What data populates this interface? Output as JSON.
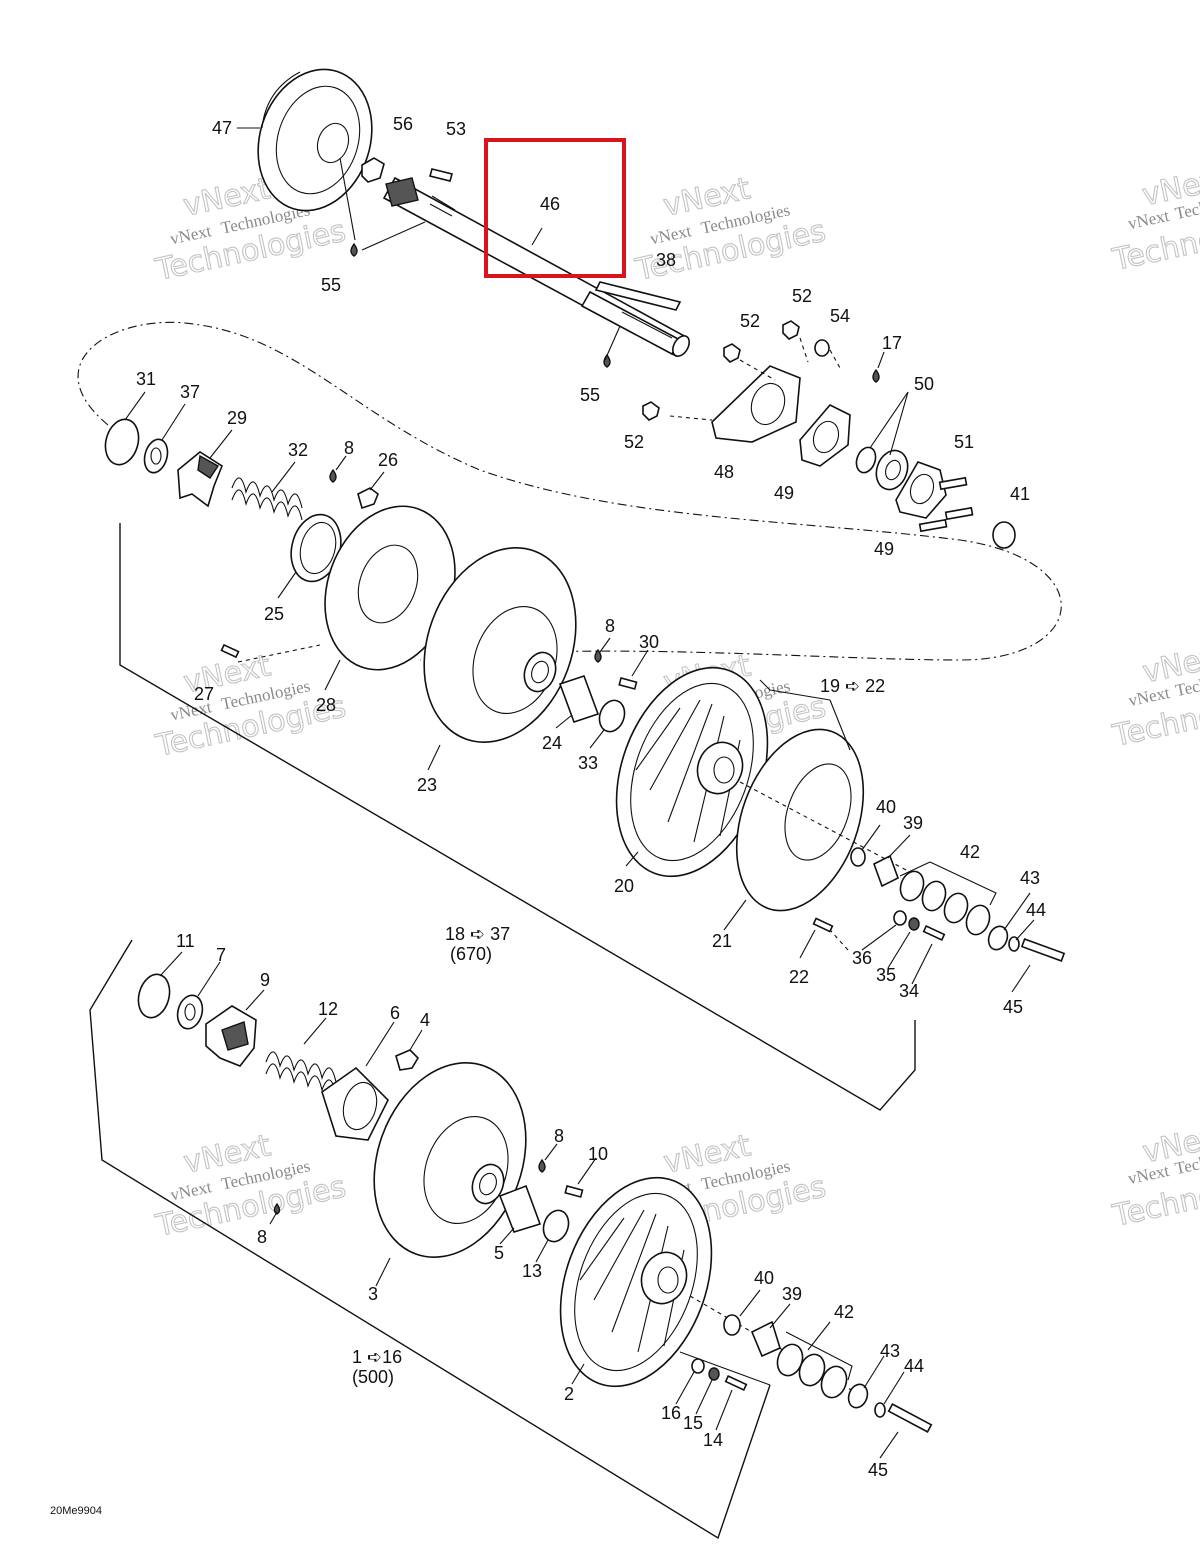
{
  "diagram": {
    "drawing_code": "20Me9904",
    "watermark": {
      "line1": "vNext",
      "line2": "Technologies"
    },
    "highlighted_part": "46",
    "parts": {
      "p1": "1",
      "p2": "2",
      "p3": "3",
      "p4": "4",
      "p5": "5",
      "p6": "6",
      "p7": "7",
      "p8": "8",
      "p9": "9",
      "p10": "10",
      "p11": "11",
      "p12": "12",
      "p13": "13",
      "p14": "14",
      "p15": "15",
      "p16": "16",
      "p17": "17",
      "p19": "19",
      "p20": "20",
      "p21": "21",
      "p22": "22",
      "p23": "23",
      "p24": "24",
      "p25": "25",
      "p26": "26",
      "p27": "27",
      "p28": "28",
      "p29": "29",
      "p30": "30",
      "p31": "31",
      "p32": "32",
      "p33": "33",
      "p34": "34",
      "p35": "35",
      "p36": "36",
      "p37": "37",
      "p38": "38",
      "p39": "39",
      "p40": "40",
      "p41": "41",
      "p42": "42",
      "p43": "43",
      "p44": "44",
      "p45": "45",
      "p46": "46",
      "p47": "47",
      "p48": "48",
      "p49": "49",
      "p50": "50",
      "p51": "51",
      "p52": "52",
      "p53": "53",
      "p54": "54",
      "p55": "55",
      "p56": "56"
    },
    "groups": {
      "g1": {
        "range": "19 ➪ 22"
      },
      "g2": {
        "range": "18 ➪ 37",
        "model": "(670)"
      },
      "g3": {
        "range": "1 ➪16",
        "model": "(500)"
      }
    }
  }
}
